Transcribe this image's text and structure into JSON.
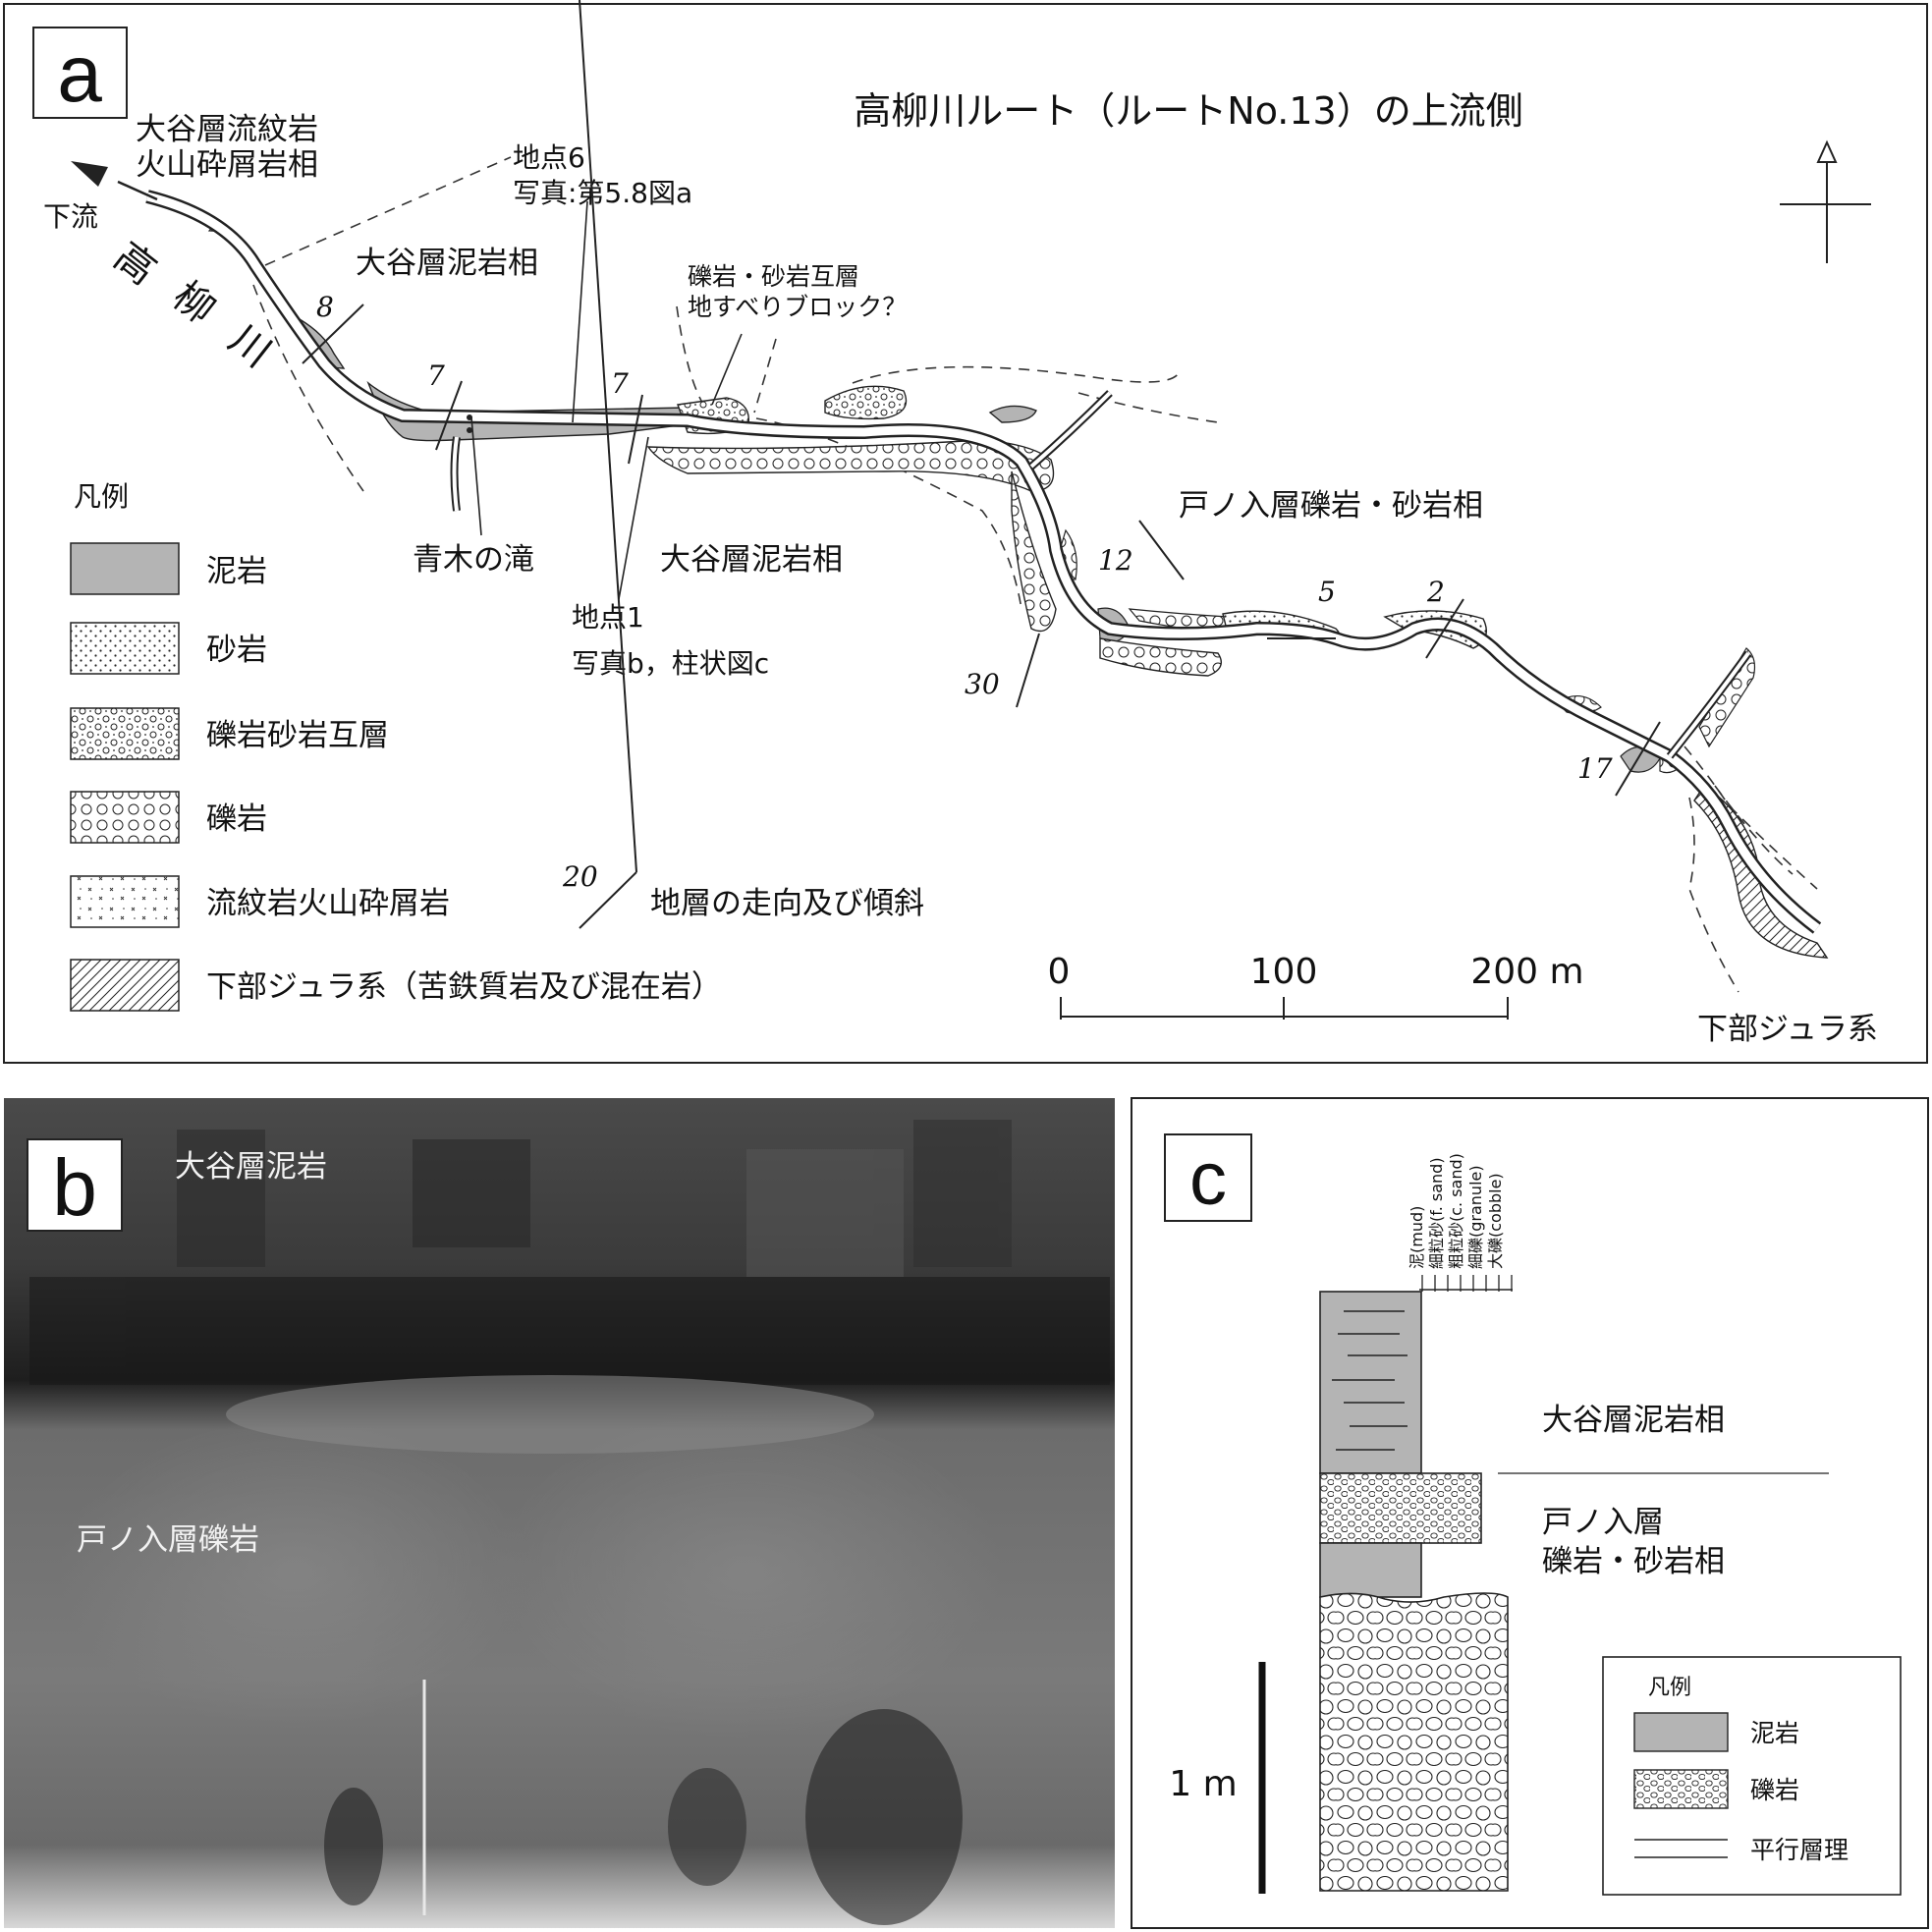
{
  "panel_a": {
    "letter": "a",
    "title": "高柳川ルート（ルートNo.13）の上流側",
    "labels": {
      "rhyolite_line1": "大谷層流紋岩",
      "rhyolite_line2": "火山砕屑岩相",
      "downstream": "下流",
      "river": [
        "高",
        "柳",
        "川"
      ],
      "site6_line1": "地点6",
      "site6_line2": "写真:第5.8図a",
      "mud_facies_upper": "大谷層泥岩相",
      "slide_line1": "礫岩・砂岩互層",
      "slide_line2": "地すべりブロック？",
      "waterfall": "青木の滝",
      "mud_facies_lower": "大谷層泥岩相",
      "site1_line1": "地点1",
      "site1_line2": "写真b，柱状図c",
      "tonoiri": "戸ノ入層礫岩・砂岩相",
      "lower_jurassic": "下部ジュラ系"
    },
    "dips": [
      "8",
      "7",
      "7",
      "12",
      "30",
      "5",
      "2",
      "17"
    ],
    "legend": {
      "title": "凡例",
      "items": [
        "泥岩",
        "砂岩",
        "礫岩砂岩互層",
        "礫岩",
        "流紋岩火山砕屑岩",
        "下部ジュラ系（苦鉄質岩及び混在岩）"
      ],
      "strike_value": "20",
      "strike_label": "地層の走向及び傾斜"
    },
    "scale": {
      "ticks": [
        "0",
        "100",
        "200 m"
      ]
    }
  },
  "panel_b": {
    "letter": "b",
    "labels": {
      "upper": "大谷層泥岩",
      "lower": "戸ノ入層礫岩"
    }
  },
  "panel_c": {
    "letter": "c",
    "grain_sizes": [
      "泥(mud)",
      "細粒砂(f. sand)",
      "粗粒砂(c. sand)",
      "細礫(granule)",
      "大礫(cobble)"
    ],
    "unit_upper": "大谷層泥岩相",
    "unit_lower_line1": "戸ノ入層",
    "unit_lower_line2": "礫岩・砂岩相",
    "scale_label": "1 m",
    "legend": {
      "title": "凡例",
      "items": [
        "泥岩",
        "礫岩",
        "平行層理"
      ]
    }
  },
  "colors": {
    "mud": "#b4b4b4",
    "frame": "#222222",
    "photo_dark": "#3a3a3a"
  }
}
